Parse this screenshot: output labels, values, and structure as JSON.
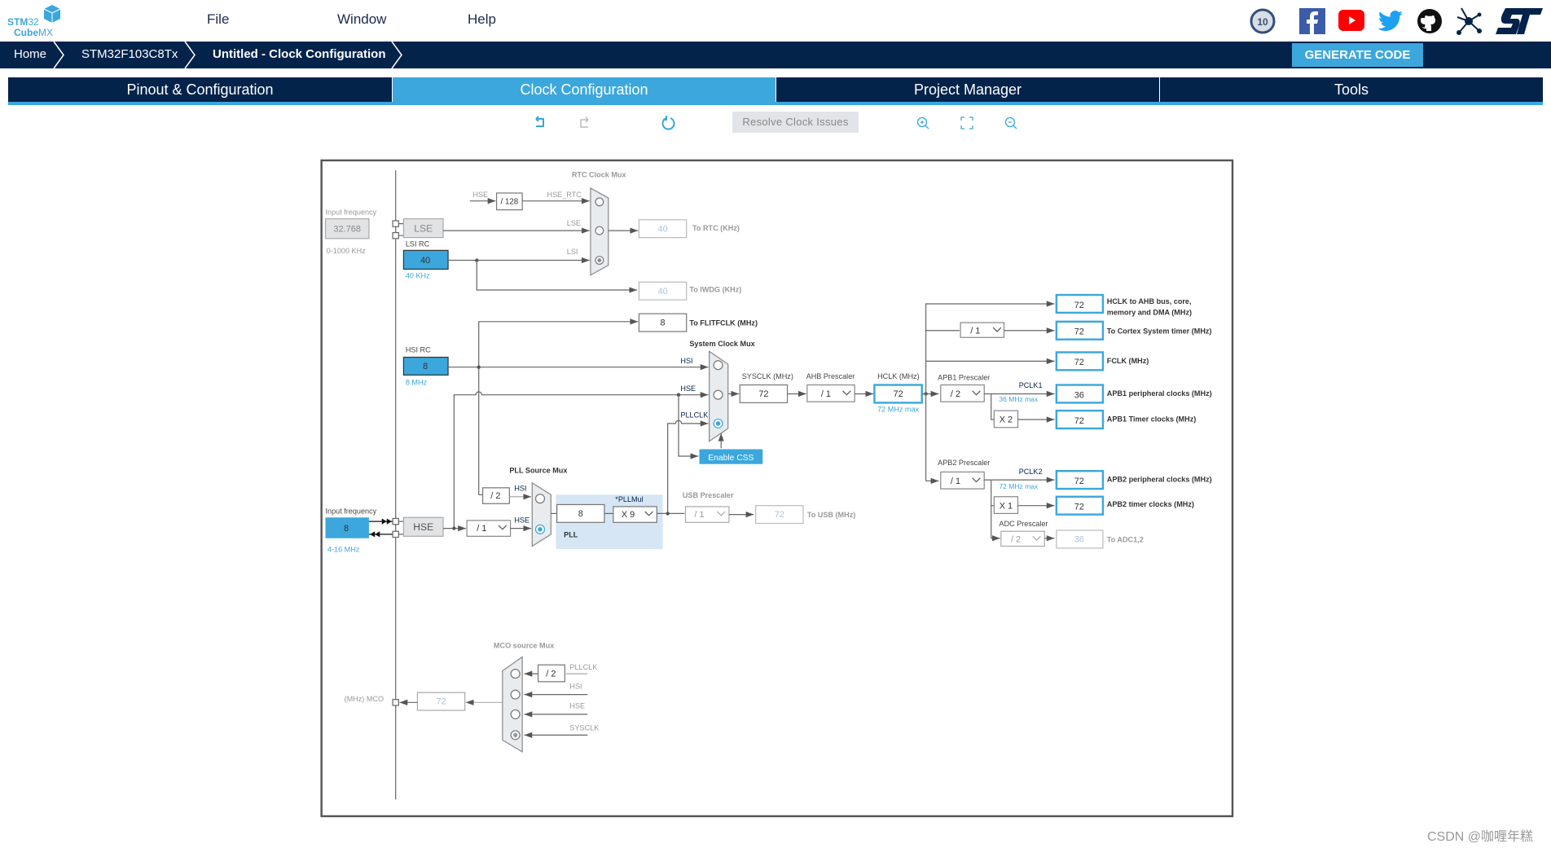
{
  "app": {
    "logo_text": "STM32 CubeMX"
  },
  "menu": [
    {
      "label": "File"
    },
    {
      "label": "Window"
    },
    {
      "label": "Help"
    }
  ],
  "social_icons": [
    "10-years-badge-icon",
    "facebook-icon",
    "youtube-icon",
    "twitter-icon",
    "github-icon",
    "network-icon",
    "st-logo-icon"
  ],
  "breadcrumb": [
    {
      "label": "Home"
    },
    {
      "label": "STM32F103C8Tx"
    },
    {
      "label": "Untitled - Clock Configuration"
    }
  ],
  "generate_label": "GENERATE CODE",
  "tabs": [
    {
      "label": "Pinout & Configuration"
    },
    {
      "label": "Clock Configuration",
      "active": true
    },
    {
      "label": "Project Manager"
    },
    {
      "label": "Tools"
    }
  ],
  "toolbar": {
    "resolve_label": "Resolve Clock Issues",
    "icons": [
      "undo-icon",
      "redo-icon",
      "refresh-icon",
      "zoom-in-icon",
      "fit-icon",
      "zoom-out-icon"
    ]
  },
  "colors": {
    "brand_dark": "#03234b",
    "accent": "#3ba7dc"
  },
  "diagram": {
    "lse": {
      "freq_label": "Input frequency",
      "freq_value": "32.768",
      "range": "0-1000 KHz",
      "name": "LSE"
    },
    "lsi": {
      "name": "LSI RC",
      "value": "40",
      "unit": "40 KHz"
    },
    "hsi": {
      "name": "HSI RC",
      "value": "8",
      "unit": "8 MHz"
    },
    "hse": {
      "freq_label": "Input frequency",
      "freq_value": "8",
      "range": "4-16 MHz",
      "name": "HSE"
    },
    "rtc": {
      "mux_label": "RTC Clock Mux",
      "hse_label": "HSE",
      "div": "/ 128",
      "hse_rtc_label": "HSE_RTC",
      "lse_label": "LSE",
      "lsi_label": "LSI",
      "out_value": "40",
      "out_label": "To RTC (KHz)"
    },
    "iwdg": {
      "value": "40",
      "label": "To IWDG (KHz)"
    },
    "flit": {
      "value": "8",
      "label": "To FLITFCLK (MHz)"
    },
    "sysmux": {
      "label": "System Clock Mux",
      "hsi": "HSI",
      "hse": "HSE",
      "pllclk": "PLLCLK",
      "css": "Enable CSS"
    },
    "sysclk": {
      "label": "SYSCLK (MHz)",
      "value": "72"
    },
    "ahb": {
      "label": "AHB Prescaler",
      "value": "/ 1"
    },
    "hclk": {
      "label": "HCLK (MHz)",
      "value": "72",
      "max": "72 MHz max"
    },
    "outputs": {
      "ahb_bus": {
        "value": "72",
        "label1": "HCLK to AHB bus, core,",
        "label2": "memory and DMA (MHz)"
      },
      "cortex_div": "/ 1",
      "cortex": {
        "value": "72",
        "label": "To Cortex System timer (MHz)"
      },
      "fclk": {
        "value": "72",
        "label": "FCLK (MHz)"
      }
    },
    "apb1": {
      "label": "APB1 Prescaler",
      "value": "/ 2",
      "pclk": "PCLK1",
      "max": "36 MHz max",
      "periph_value": "36",
      "periph_label": "APB1 peripheral clocks (MHz)",
      "mult": "X 2",
      "timer_value": "72",
      "timer_label": "APB1 Timer clocks (MHz)"
    },
    "apb2": {
      "label": "APB2 Prescaler",
      "value": "/ 1",
      "pclk": "PCLK2",
      "max": "72 MHz max",
      "periph_value": "72",
      "periph_label": "APB2 peripheral clocks (MHz)",
      "mult": "X 1",
      "timer_value": "72",
      "timer_label": "APB2 timer clocks (MHz)"
    },
    "adc": {
      "label": "ADC Prescaler",
      "value": "/ 2",
      "out_value": "36",
      "out_label": "To ADC1,2"
    },
    "pll": {
      "mux_label": "PLL Source Mux",
      "hsi_div": "/ 2",
      "hsi": "HSI",
      "hse": "HSE",
      "hse_div": "/ 1",
      "mul_label": "*PLLMul",
      "in_value": "8",
      "mul_value": "X 9",
      "name": "PLL"
    },
    "usb": {
      "label": "USB Prescaler",
      "value": "/ 1",
      "out_value": "72",
      "out_label": "To USB (MHz)"
    },
    "mco": {
      "mux_label": "MCO source Mux",
      "div": "/ 2",
      "pllclk": "PLLCLK",
      "hsi": "HSI",
      "hse": "HSE",
      "sysclk": "SYSCLK",
      "value": "72",
      "label": "(MHz) MCO"
    }
  },
  "watermark": "CSDN @咖喱年糕"
}
